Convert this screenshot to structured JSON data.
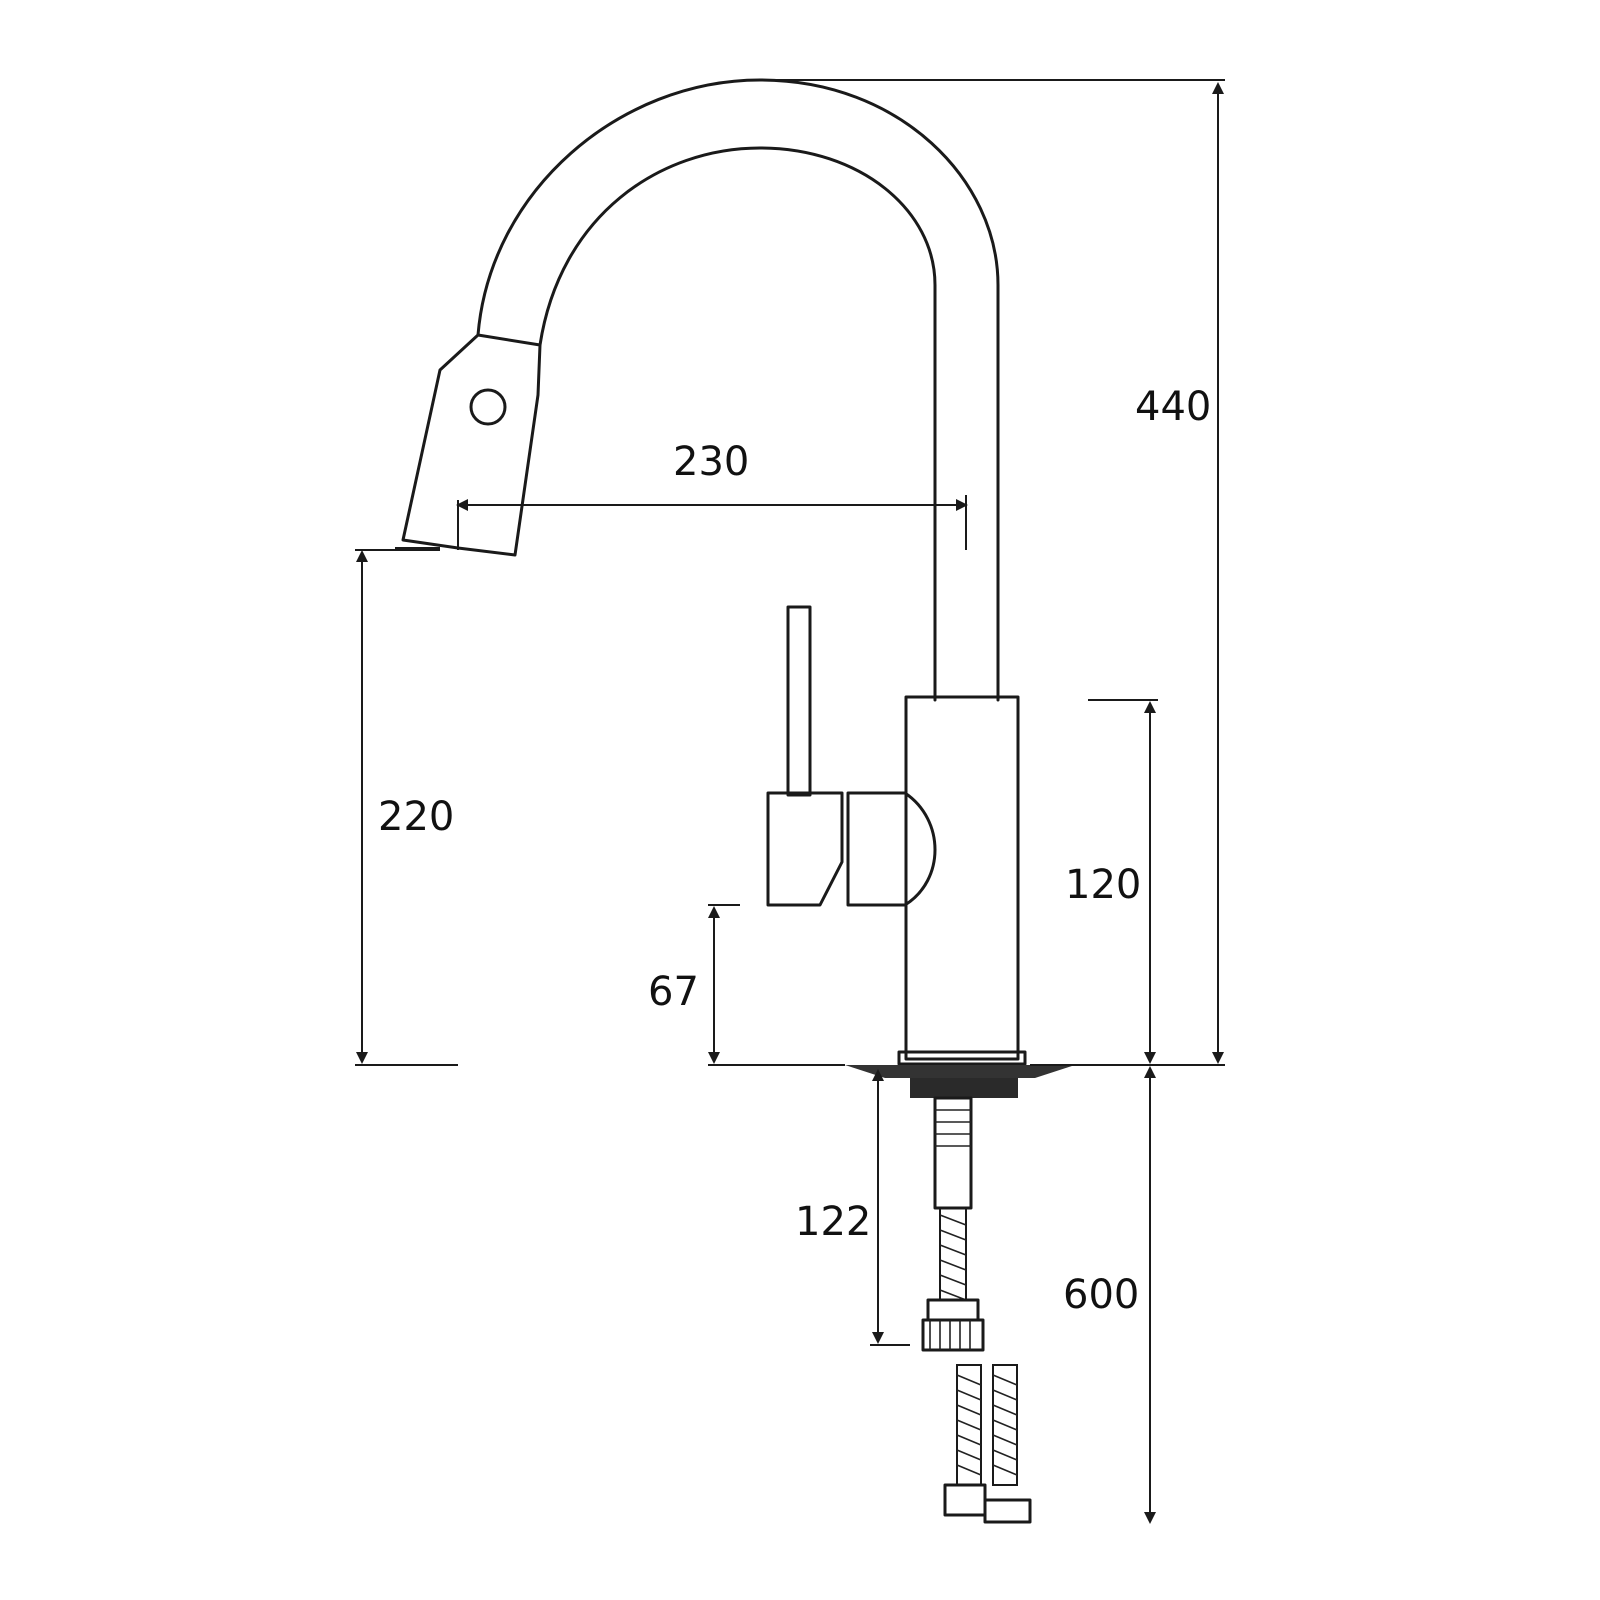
{
  "dimensions": {
    "overall_height": "440",
    "spout_reach": "230",
    "spout_outlet_height": "220",
    "body_height": "120",
    "handle_height": "67",
    "shank_length": "122",
    "hose_length": "600"
  },
  "colors": {
    "line": "#1a1a1a",
    "background": "#ffffff"
  }
}
